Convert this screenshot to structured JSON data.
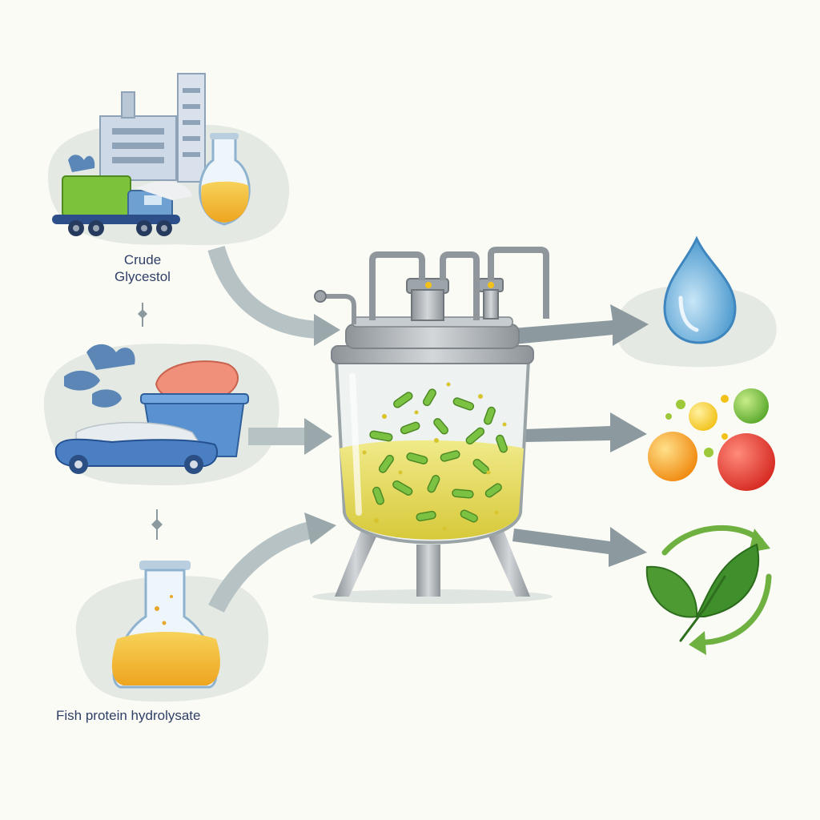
{
  "labels": {
    "crude_line1": "Crude",
    "crude_line2": "Glycestol",
    "fish": "Fish protein hydrolysate"
  },
  "icons": [
    "factory-icon",
    "truck-icon",
    "flask-icon",
    "fish-bin-icon",
    "bioreactor-icon",
    "water-drop-icon",
    "pigment-spheres-icon",
    "leaf-recycle-icon"
  ],
  "colors": {
    "liquid": "#e2d84a",
    "oil": "#f2b72c",
    "microbe": "#7cc242",
    "arrow": "#8c9aa0",
    "steel": "#a8aeb3",
    "drop": "#6fb4dc",
    "leaf": "#3f8f2c"
  }
}
